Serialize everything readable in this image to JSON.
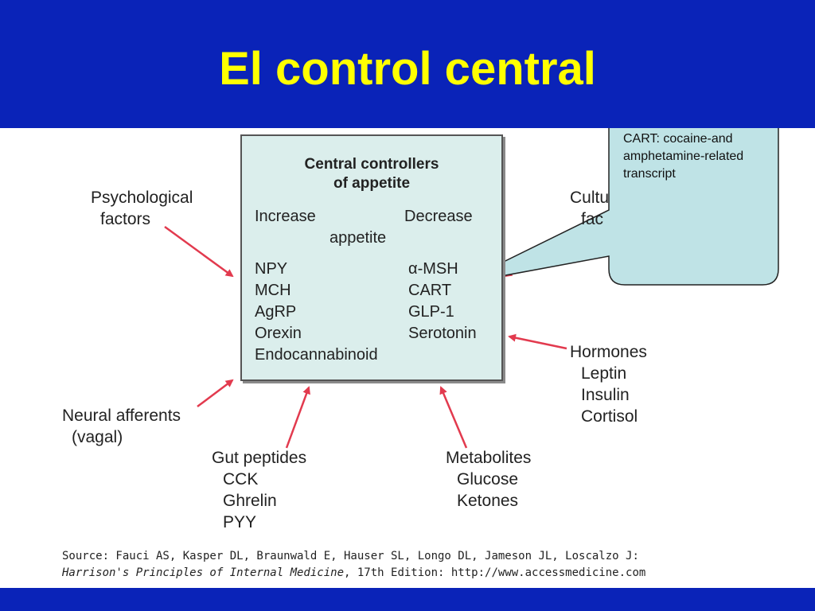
{
  "slide": {
    "title": "El control central"
  },
  "box": {
    "heading_line1": "Central controllers",
    "heading_line2": "of appetite",
    "increase_label": "Increase",
    "decrease_label": "Decrease",
    "appetite_label": "appetite",
    "increase_items": [
      "NPY",
      "MCH",
      "AgRP",
      "Orexin",
      "Endocannabinoid"
    ],
    "decrease_items": [
      "α-MSH",
      "CART",
      "GLP-1",
      "Serotonin"
    ]
  },
  "inputs": {
    "psychological": [
      "Psychological",
      "factors"
    ],
    "cultural_partial": [
      "Cultu",
      "fac"
    ],
    "hormones": [
      "Hormones",
      "Leptin",
      "Insulin",
      "Cortisol"
    ],
    "neural": [
      "Neural afferents",
      "(vagal)"
    ],
    "gut": [
      "Gut peptides",
      "CCK",
      "Ghrelin",
      "PYY"
    ],
    "metabolites": [
      "Metabolites",
      "Glucose",
      "Ketones"
    ]
  },
  "source": {
    "line1": "Source: Fauci AS, Kasper DL, Braunwald E, Hauser SL, Longo DL, Jameson JL, Loscalzo J:",
    "line2_italic": "Harrison's Principles of Internal Medicine",
    "line2_rest": ", 17th Edition: http://www.accessmedicine.com"
  },
  "callout": {
    "text": "CART: cocaine-and amphetamine-related transcript"
  },
  "colors": {
    "background": "#0a23b8",
    "title": "#ffff00",
    "arrow": "#e23a4e",
    "box_fill": "#dbeeec",
    "callout_fill": "#bfe3e6"
  }
}
